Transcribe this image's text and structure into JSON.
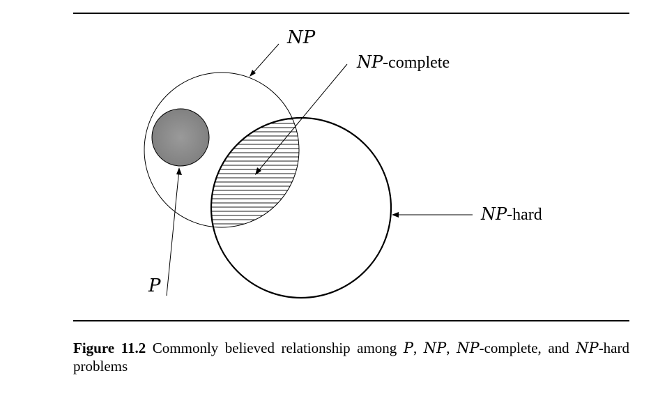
{
  "diagram": {
    "labels": {
      "np": "NP",
      "np_complete_prefix": "NP",
      "np_complete_suffix": "-complete",
      "np_hard_prefix": "NP",
      "np_hard_suffix": "-hard",
      "p": "P"
    },
    "colors": {
      "stroke": "#000000",
      "p_fill": "#8a8a8a",
      "hatch": "#000000",
      "background": "#ffffff"
    }
  },
  "caption": {
    "figure_number": "Figure 11.2",
    "text_1": " Commonly believed relationship among ",
    "p": "P",
    "sep_1": ", ",
    "np": "NP",
    "sep_2": ", ",
    "np_complete_math": "NP",
    "text_2": "-complete, and ",
    "np_hard_math": "NP",
    "text_3": "-hard problems"
  }
}
